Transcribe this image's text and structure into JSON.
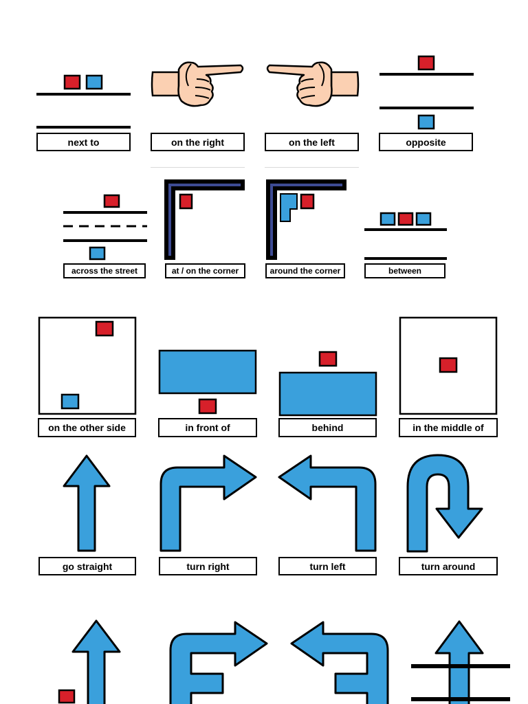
{
  "colors": {
    "red": "#d7202a",
    "blue": "#3aa0dc",
    "navy": "#3d4b94",
    "skin": "#fbd0b2",
    "black": "#000000"
  },
  "row1": {
    "next_to": "next to",
    "on_the_right": "on the right",
    "on_the_left": "on the left",
    "opposite": "opposite"
  },
  "row2": {
    "across_the_street": "across the street",
    "at_on_the_corner": "at / on the corner",
    "around_the_corner": "around the corner",
    "between": "between"
  },
  "row3": {
    "on_the_other_side": "on the other side",
    "in_front_of": "in front of",
    "behind": "behind",
    "in_the_middle_of": "in the middle of"
  },
  "row4": {
    "go_straight": "go straight",
    "turn_right": "turn right",
    "turn_left": "turn left",
    "turn_around": "turn around"
  }
}
